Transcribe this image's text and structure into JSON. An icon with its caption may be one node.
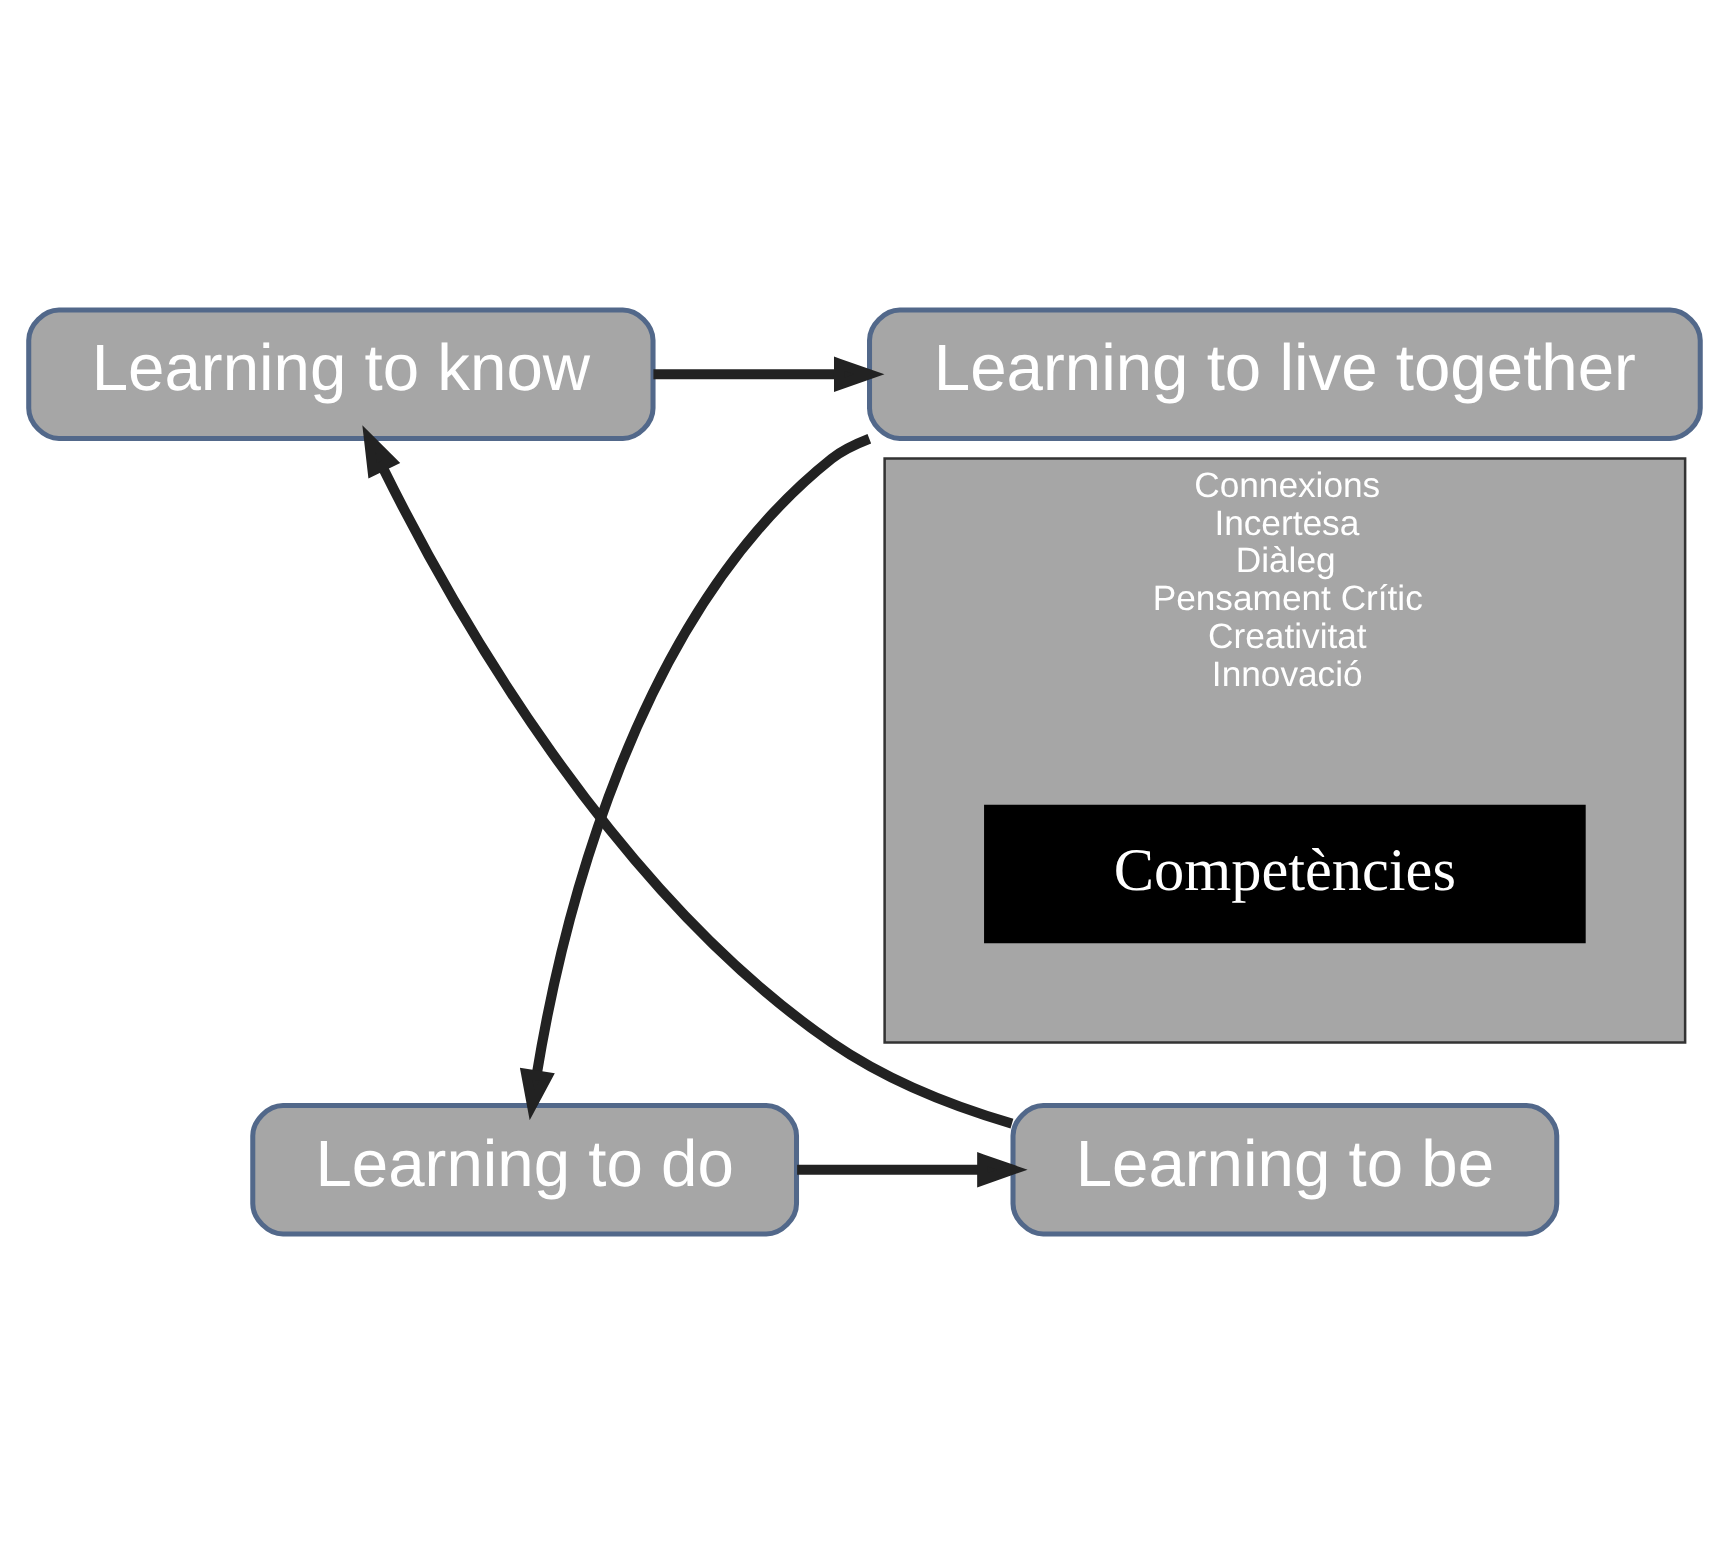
{
  "diagram": {
    "nodes": [
      {
        "text": [
          "Learning to know"
        ]
      },
      {
        "text": [
          "Learning to live together"
        ]
      },
      {
        "text": [
          "Connexions",
          "Incertesa",
          "Diàleg",
          "Pensament Crític",
          "Creativitat",
          "Innovació"
        ]
      },
      {
        "text": [
          "Competències"
        ],
        "in": 2
      },
      {
        "text": [
          "Learning to be"
        ]
      },
      {
        "text": [
          "Learning to do"
        ]
      }
    ],
    "edges": [
      {
        "from": 0,
        "to": 1,
        "arrow": "to"
      },
      {
        "from": 1,
        "to": 5,
        "arrow": "to"
      },
      {
        "from": 5,
        "to": 4,
        "arrow": "to"
      },
      {
        "from": 4,
        "to": 0,
        "arrow": "to"
      }
    ]
  }
}
